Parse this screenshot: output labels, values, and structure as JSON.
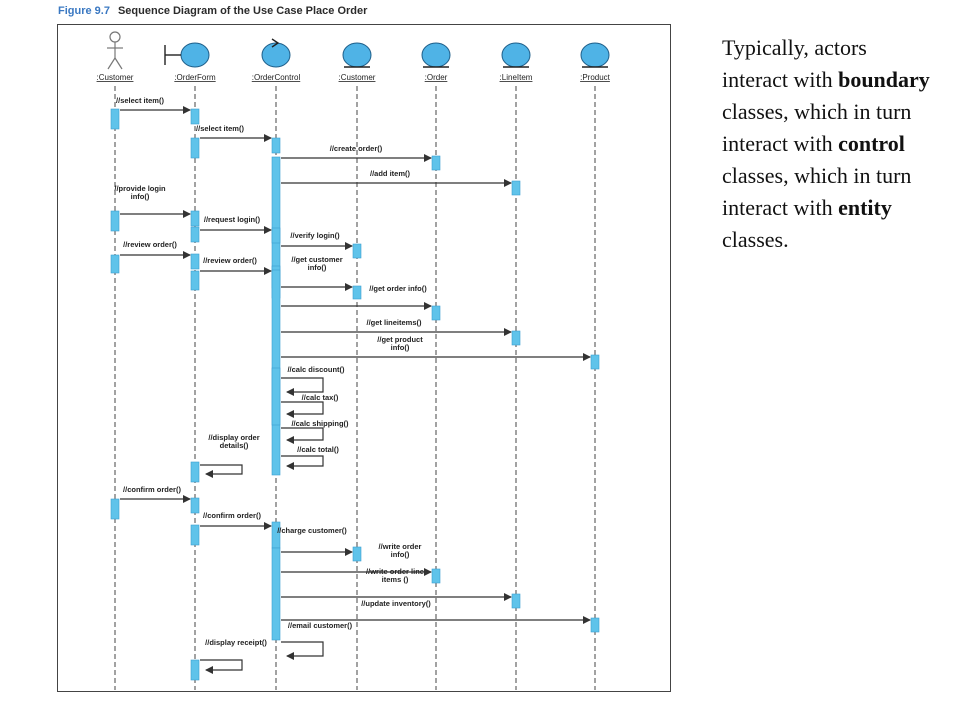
{
  "figure": {
    "number": "Figure 9.7",
    "title": "Sequence Diagram of the Use Case Place Order"
  },
  "colors": {
    "activation": "#5fc3ea",
    "object_fill": "#4fb3e6",
    "line": "#333333",
    "caption_accent": "#3a78c2"
  },
  "lifelines": [
    {
      "name": ":Customer",
      "kind": "actor"
    },
    {
      "name": ":OrderForm",
      "kind": "boundary"
    },
    {
      "name": ":OrderControl",
      "kind": "control"
    },
    {
      "name": ":Customer",
      "kind": "entity"
    },
    {
      "name": ":Order",
      "kind": "entity"
    },
    {
      "name": ":LineItem",
      "kind": "entity"
    },
    {
      "name": ":Product",
      "kind": "entity"
    }
  ],
  "messages": [
    {
      "label": "//select item()",
      "from": 0,
      "to": 1
    },
    {
      "label": "//select item()",
      "from": 1,
      "to": 2
    },
    {
      "label": "//create order()",
      "from": 2,
      "to": 4
    },
    {
      "label": "//add item()",
      "from": 2,
      "to": 5
    },
    {
      "label": "//provide login info()",
      "from": 0,
      "to": 1
    },
    {
      "label": "//request login()",
      "from": 1,
      "to": 2
    },
    {
      "label": "//verify login()",
      "from": 2,
      "to": 3
    },
    {
      "label": "//review order()",
      "from": 0,
      "to": 1
    },
    {
      "label": "//review order()",
      "from": 1,
      "to": 2
    },
    {
      "label": "//get customer info()",
      "from": 2,
      "to": 3
    },
    {
      "label": "//get order info()",
      "from": 2,
      "to": 4
    },
    {
      "label": "//get lineitems()",
      "from": 2,
      "to": 5
    },
    {
      "label": "//get product info()",
      "from": 2,
      "to": 6
    },
    {
      "label": "//calc discount()",
      "from": 2,
      "to": 2
    },
    {
      "label": "//calc tax()",
      "from": 2,
      "to": 2
    },
    {
      "label": "//calc shipping()",
      "from": 2,
      "to": 2
    },
    {
      "label": "//calc total()",
      "from": 2,
      "to": 2
    },
    {
      "label": "//display order details()",
      "from": 1,
      "to": 1
    },
    {
      "label": "//confirm order()",
      "from": 0,
      "to": 1
    },
    {
      "label": "//confirm order()",
      "from": 1,
      "to": 2
    },
    {
      "label": "//charge customer()",
      "from": 2,
      "to": 3
    },
    {
      "label": "//write order info()",
      "from": 2,
      "to": 4
    },
    {
      "label": "//write order line items ()",
      "from": 2,
      "to": 5
    },
    {
      "label": "//update inventory()",
      "from": 2,
      "to": 6
    },
    {
      "label": "//email customer()",
      "from": 2,
      "to": 2
    },
    {
      "label": "//display receipt()",
      "from": 1,
      "to": 1
    }
  ],
  "side_text": {
    "p1": "Typically, actors interact with ",
    "boundary": "boundary",
    "p2": " classes, which in turn interact with ",
    "control": "control",
    "p3": " classes, which in turn interact with ",
    "entity": "entity",
    "p4": " classes."
  }
}
